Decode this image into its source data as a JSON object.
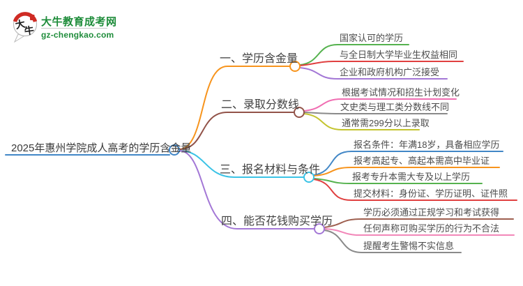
{
  "logo": {
    "mark_text_top": "大",
    "mark_text_bottom": "牛",
    "site_name": "大牛教育成考网",
    "site_url": "gz-chengkao.com",
    "brand_green": "#1e8c3a",
    "brand_red": "#cf2b24"
  },
  "mindmap": {
    "root": {
      "label": "2025年惠州学院成人高考的学历含金量",
      "color": "#4186c7"
    },
    "branches": [
      {
        "label": "一、学历含金量",
        "color": "#f7941d",
        "children": [
          {
            "label": "国家认可的学历",
            "color": "#55b24e"
          },
          {
            "label": "与全日制大学毕业生权益相同",
            "color": "#e04040"
          },
          {
            "label": "企业和政府机构广泛接受",
            "color": "#a377d6"
          }
        ]
      },
      {
        "label": "二、录取分数线",
        "color": "#925349",
        "children": [
          {
            "label": "根据考试情况和招生计划变化",
            "color": "#f06eb2"
          },
          {
            "label": "文史类与理工类分数线不同",
            "color": "#8a8a8a"
          },
          {
            "label": "通常需299分以上录取",
            "color": "#c3c42e"
          }
        ]
      },
      {
        "label": "三、报名材料与条件",
        "color": "#3bc3e6",
        "children": [
          {
            "label": "报名条件：年满18岁，具备相应学历",
            "color": "#4287c6"
          },
          {
            "label": "报考高起专、高起本需高中毕业证",
            "color": "#f7941d"
          },
          {
            "label": "报考专升本需大专及以上学历",
            "color": "#55b24e"
          },
          {
            "label": "提交材料：身份证、学历证明、证件照",
            "color": "#e04040"
          }
        ]
      },
      {
        "label": "四、能否花钱购买学历",
        "color": "#a377d6",
        "children": [
          {
            "label": "学历必须通过正规学习和考试获得",
            "color": "#9e5f4f"
          },
          {
            "label": "任何声称可购买学历的行为不合法",
            "color": "#f287b9"
          },
          {
            "label": "提醒考生警惕不实信息",
            "color": "#8a8a8a"
          }
        ]
      }
    ]
  }
}
